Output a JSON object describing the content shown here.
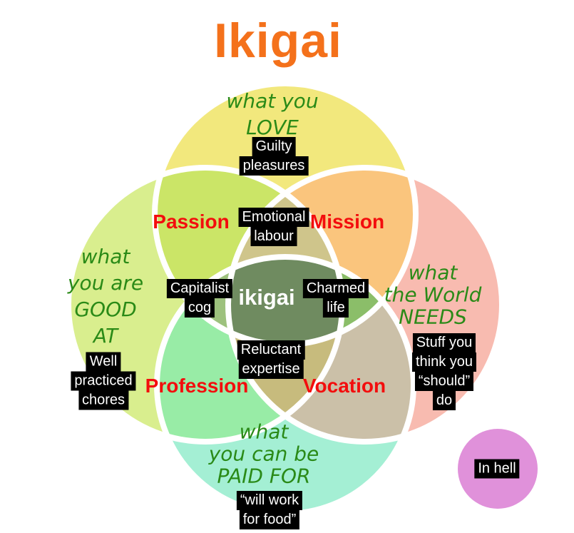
{
  "title": {
    "text": "Ikigai"
  },
  "colors": {
    "title": "#F4711B",
    "green_label": "#2A8A17",
    "red_label": "#F30D0D",
    "ikigai_text": "#FFFFFF",
    "box_bg": "#000000",
    "box_text": "#FFFFFF",
    "border": "#FFFFFF",
    "circle_love": "#F2E87D",
    "circle_good_at": "#D9EE8E",
    "circle_needs": "#F8BBB0",
    "circle_paid_for": "#A4EFD4",
    "region_passion": "#CBE567",
    "region_mission": "#FAC57D",
    "region_profession": "#98ECA6",
    "region_vocation": "#CBC0A8",
    "wedge_top": "#CFC58B",
    "wedge_bottom": "#C7BB7D",
    "wedge_left": "#9DC17D",
    "wedge_right": "#8BBE69",
    "region_center": "#6F8B60",
    "hell_circle": "#E091DA"
  },
  "circle_labels": {
    "love": {
      "lines": [
        "what you",
        "LOVE"
      ]
    },
    "good_at": {
      "lines": [
        "what",
        "you are",
        "GOOD",
        "AT"
      ]
    },
    "needs": {
      "lines": [
        "what",
        "the World",
        "NEEDS"
      ]
    },
    "paid_for": {
      "lines": [
        "what",
        "you can be",
        "PAID FOR"
      ]
    }
  },
  "overlap_labels": {
    "passion": "Passion",
    "mission": "Mission",
    "profession": "Profession",
    "vocation": "Vocation",
    "center": "ikigai"
  },
  "annotations": {
    "guilty_pleasures": {
      "lines": [
        "Guilty",
        "pleasures"
      ]
    },
    "emotional_labour": {
      "lines": [
        "Emotional",
        "labour"
      ]
    },
    "capitalist_cog": {
      "lines": [
        "Capitalist",
        "cog"
      ]
    },
    "charmed_life": {
      "lines": [
        "Charmed",
        "life"
      ]
    },
    "reluctant_expertise": {
      "lines": [
        "Reluctant",
        "expertise"
      ]
    },
    "well_practiced_chores": {
      "lines": [
        "Well",
        "practiced",
        "chores"
      ]
    },
    "stuff_should_do": {
      "lines": [
        "Stuff you",
        "think you",
        "“should”",
        "do"
      ]
    },
    "will_work_for_food": {
      "lines": [
        "“will work",
        "for food”"
      ]
    },
    "in_hell": {
      "lines": [
        "In hell"
      ]
    }
  }
}
